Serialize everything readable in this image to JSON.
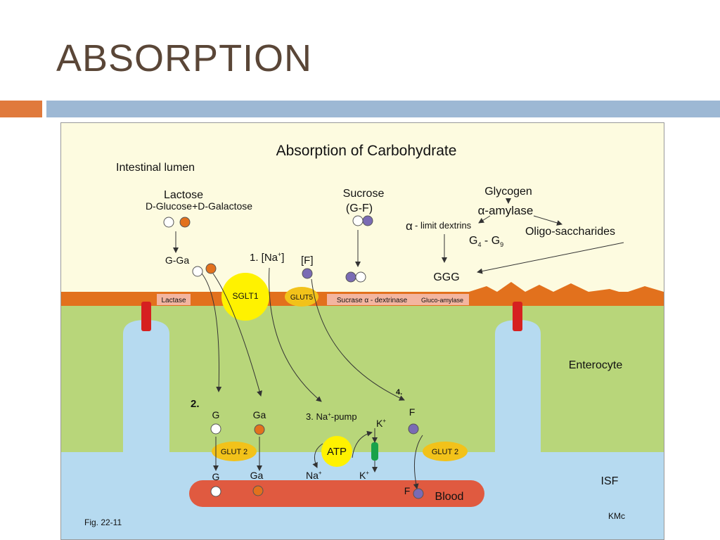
{
  "slide": {
    "title": "ABSORPTION"
  },
  "figure": {
    "title": "Absorption of Carbohydrate",
    "intestinal_lumen": "Intestinal lumen",
    "lactose": "Lactose",
    "d_glucose_galactose": "D-Glucose+D-Galactose",
    "sucrose": "Sucrose",
    "g_f": "(G-F)",
    "glycogen": "Glycogen",
    "alpha_amylase": "α-amylase",
    "alpha_limit_dextrins_symbol": "α",
    "limit_dextrins": "- limit dextrins",
    "oligo_saccharides": "Oligo-saccharides",
    "g4_g9": "G",
    "g4_sub": "4",
    "g4_dash": " - G",
    "g9_sub": "9",
    "ggg": "GGG",
    "g_ga": "G-Ga",
    "step1": "1. [Na",
    "step1_sup": "+",
    "step1_close": "]",
    "f_bracket": "[F]",
    "lactase": "Lactase",
    "sglt1": "SGLT1",
    "glut5": "GLUT5",
    "sucrase_dextrinase": "Sucrase α - dextrinase",
    "gluco_amylase": "Gluco-amylase",
    "enterocyte": "Enterocyte",
    "step2": "2.",
    "g_label": "G",
    "ga_label": "Ga",
    "step3": "3. Na",
    "step3_sup": "+",
    "step3_rest": "-pump",
    "k_plus": "K",
    "k_sup": "+",
    "step4": "4.",
    "f_label": "F",
    "glut2": "GLUT 2",
    "atp": "ATP",
    "na_plus": "Na",
    "na_sup": "+",
    "isf": "ISF",
    "blood": "Blood",
    "fig_ref": "Fig. 22-11",
    "credit": "KMc"
  },
  "colors": {
    "lumen_bg": "#fdfbe0",
    "membrane": "#e2711d",
    "enterocyte": "#b8d67a",
    "isf": "#b6daf0",
    "blood": "#e05a40",
    "glucose": "#ffffff",
    "galactose": "#e2711d",
    "fructose": "#7a6bb4",
    "sglt1": "#fff200",
    "glut": "#f2c21a",
    "junction": "#d62020",
    "pump_channel": "#1aa24a"
  }
}
